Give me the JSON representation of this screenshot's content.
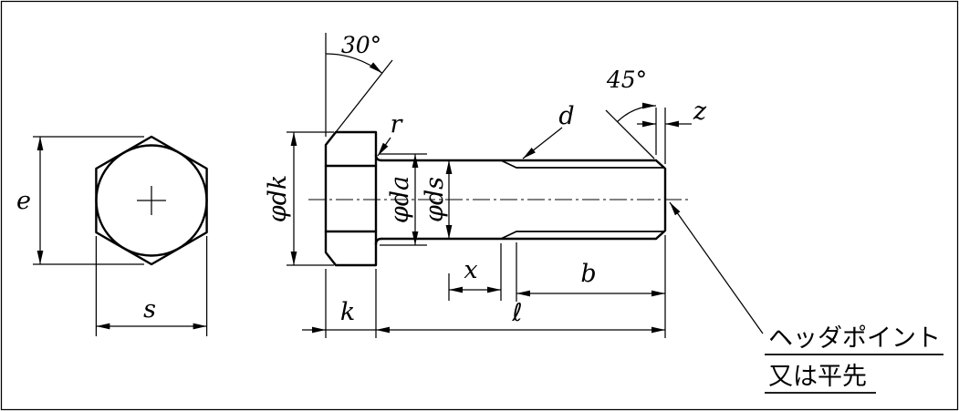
{
  "drawing": {
    "front_view": {
      "e": "e",
      "s": "s"
    },
    "side_view": {
      "head_chamfer_angle": "30°",
      "dk": "φdk",
      "r": "r",
      "da": "φda",
      "ds": "φds",
      "d": "d",
      "tip_chamfer_angle": "45°",
      "z": "z",
      "x": "x",
      "b": "b",
      "k": "k",
      "length": "ℓ"
    },
    "note": {
      "line1": "ヘッダポイント",
      "line2": "又は平先"
    },
    "colors": {
      "line": "#000000",
      "background": "#ffffff"
    }
  }
}
